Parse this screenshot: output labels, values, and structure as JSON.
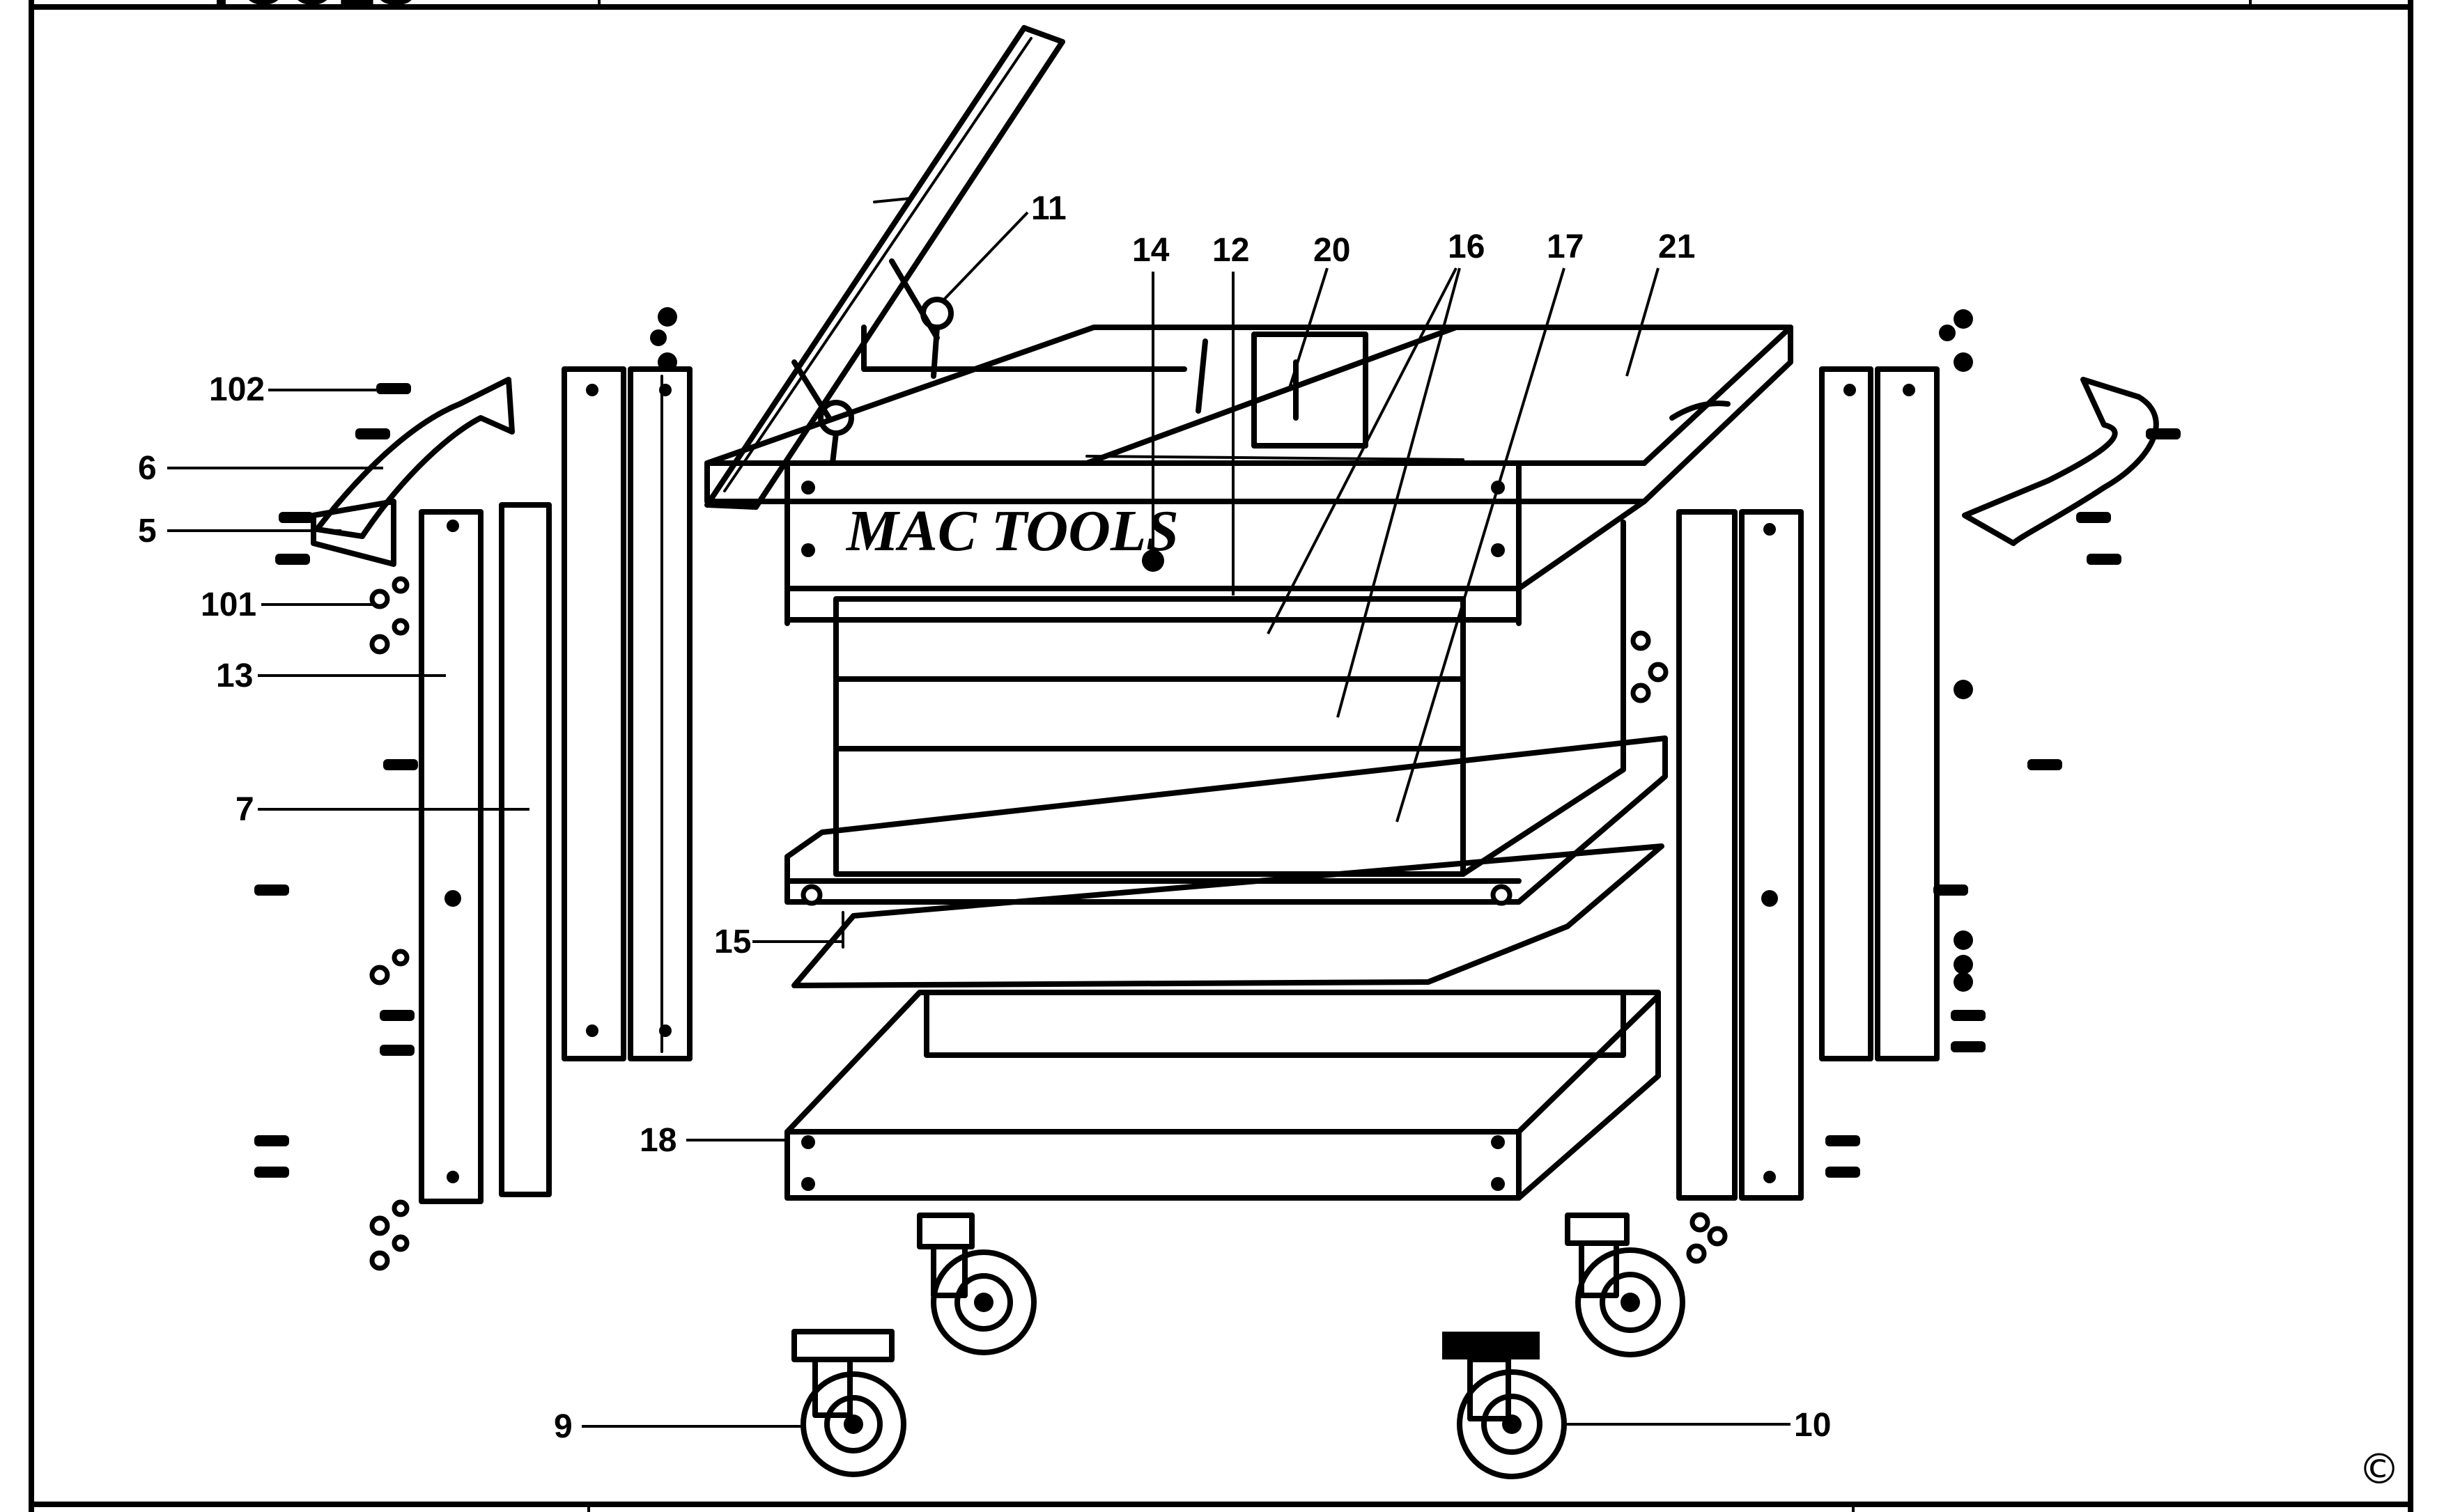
{
  "header": {
    "fragment_text": "TOOLS"
  },
  "product": {
    "brand_text": "MAC TOOLS"
  },
  "copyright_symbol": "©",
  "colors": {
    "ink": "#000000",
    "paper": "#ffffff"
  },
  "callouts": [
    {
      "id": "102",
      "label": "102"
    },
    {
      "id": "6",
      "label": "6"
    },
    {
      "id": "5",
      "label": "5"
    },
    {
      "id": "101",
      "label": "101"
    },
    {
      "id": "13",
      "label": "13"
    },
    {
      "id": "7",
      "label": "7"
    },
    {
      "id": "15",
      "label": "15"
    },
    {
      "id": "18",
      "label": "18"
    },
    {
      "id": "9",
      "label": "9"
    },
    {
      "id": "10",
      "label": "10"
    },
    {
      "id": "11",
      "label": "11"
    },
    {
      "id": "14",
      "label": "14"
    },
    {
      "id": "12",
      "label": "12"
    },
    {
      "id": "20",
      "label": "20"
    },
    {
      "id": "16",
      "label": "16"
    },
    {
      "id": "17",
      "label": "17"
    },
    {
      "id": "21",
      "label": "21"
    }
  ]
}
